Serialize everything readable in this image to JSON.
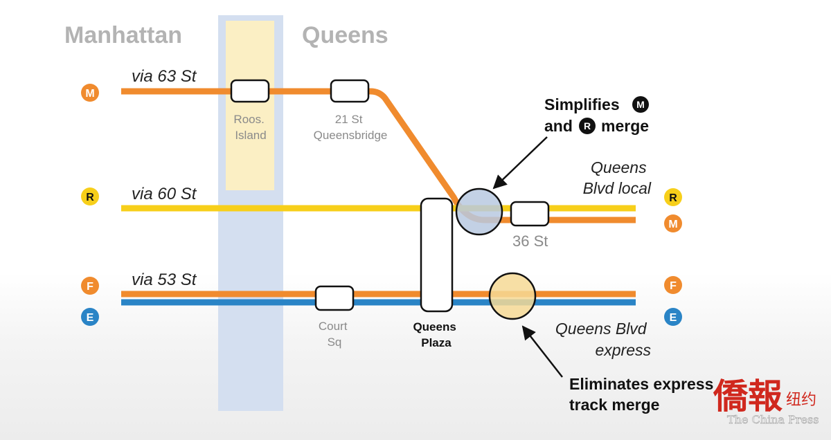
{
  "regions": {
    "left": "Manhattan",
    "right": "Queens"
  },
  "colors": {
    "orange": "#f08b2e",
    "yellow": "#f7cf1a",
    "blue": "#2a84c6",
    "river": "#d4dff0",
    "island": "#fbefc4",
    "merge_blue": "#b9c9e0",
    "merge_yellow": "#f6d995"
  },
  "lines": {
    "m": {
      "letter": "M",
      "via": "via 63 St"
    },
    "r": {
      "letter": "R",
      "via": "via 60 St"
    },
    "f": {
      "letter": "F",
      "via": "via 53 St"
    },
    "e": {
      "letter": "E"
    }
  },
  "stations": {
    "roosevelt_island": [
      "Roos.",
      "Island"
    ],
    "queensbridge": [
      "21 St",
      "Queensbridge"
    ],
    "queens_plaza": [
      "Queens",
      "Plaza"
    ],
    "court_sq": [
      "Court",
      "Sq"
    ],
    "st36": "36 St"
  },
  "callouts": {
    "simplifies": {
      "line1_word": "Simplifies",
      "bullet1": "M",
      "line2_word": "and",
      "bullet2": "R",
      "line2_tail": "merge"
    },
    "eliminates": [
      "Eliminates express",
      "track merge"
    ]
  },
  "branches": {
    "local": [
      "Queens",
      "Blvd local"
    ],
    "express": [
      "Queens Blvd",
      "express"
    ]
  },
  "watermark": {
    "cn": "僑報",
    "cn_small": "纽约",
    "en": "The China Press"
  }
}
